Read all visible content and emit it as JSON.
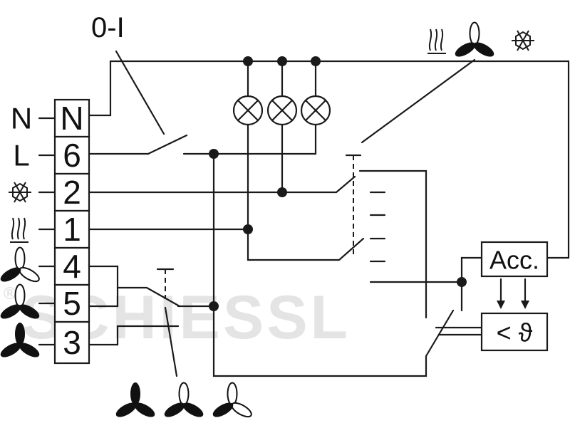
{
  "watermark": {
    "symbol": "®",
    "text": "SCHIESSL"
  },
  "switch_label": "0-I",
  "terminals": [
    {
      "id": "N",
      "label": "N",
      "side_label": "N",
      "side_icon": ""
    },
    {
      "id": "6",
      "label": "6",
      "side_label": "L",
      "side_icon": ""
    },
    {
      "id": "2",
      "label": "2",
      "side_label": "",
      "side_icon": "snowflake-icon"
    },
    {
      "id": "1",
      "label": "1",
      "side_label": "",
      "side_icon": "heating-icon"
    },
    {
      "id": "4",
      "label": "4",
      "side_label": "",
      "side_icon": "fan-low-icon"
    },
    {
      "id": "5",
      "label": "5",
      "side_label": "",
      "side_icon": "fan-medium-icon"
    },
    {
      "id": "3",
      "label": "3",
      "side_label": "",
      "side_icon": "fan-high-icon"
    }
  ],
  "indicator_lamps": 3,
  "mode_icons": [
    "heating-icon",
    "fan-icon",
    "snowflake-icon"
  ],
  "speed_icons": [
    "fan-high-icon",
    "fan-medium-icon",
    "fan-low-icon"
  ],
  "accessory_box": {
    "label": "Acc."
  },
  "thermostat_box": {
    "label": "< ϑ"
  }
}
